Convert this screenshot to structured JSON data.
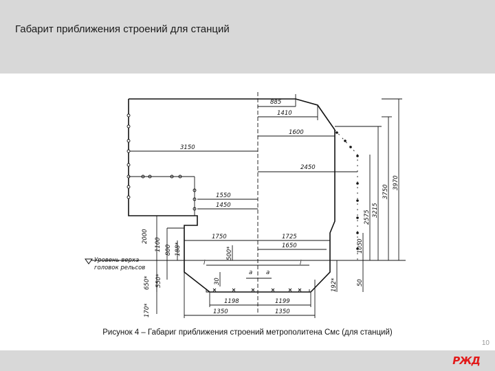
{
  "slide": {
    "title": "Габарит приближения строений для станций",
    "caption": "Рисунок 4 – Габариг приближения строений метрополитена Смс (для станций)",
    "page_number": "10",
    "logo_text": "РЖД",
    "accent_color": "#e21a1a"
  },
  "drawing": {
    "rail_label_line1": "Уровень верха",
    "rail_label_line2": "головок рельсов",
    "dims": {
      "d885": "885",
      "d1410": "1410",
      "d1600": "1600",
      "d3150": "3150",
      "d2450": "2450",
      "d1550": "1550",
      "d1450": "1450",
      "d1750": "1750",
      "d1725": "1725",
      "d1650": "1650",
      "d1198_l": "1198",
      "d1199_r": "1199",
      "d1350_l": "1350",
      "d1350_r": "1350",
      "d3970": "3970",
      "d3750": "3750",
      "d3215": "3215",
      "d2575": "2575",
      "d1050": "1050",
      "d50": "50",
      "d192": "192*",
      "d2000": "2000",
      "d1100": "1100",
      "d800": "800",
      "d188": "188*",
      "d650": "650*",
      "d550": "550*",
      "d170": "170*",
      "d500": "500*",
      "d30": "30",
      "a_left": "a",
      "a_right": "a",
      "i_left": "i",
      "i_right": "i"
    }
  }
}
